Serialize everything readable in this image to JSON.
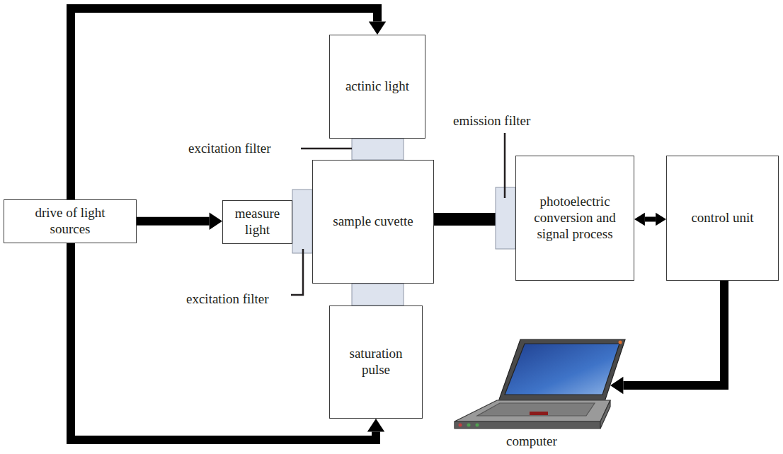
{
  "diagram": {
    "nodes": [
      {
        "text": [
          "drive of light sources"
        ]
      },
      {
        "text": [
          "actinic light"
        ]
      },
      {
        "text": [
          "measure light"
        ]
      },
      {
        "text": [
          "sample cuvette"
        ]
      },
      {
        "text": [
          "saturation pulse"
        ]
      },
      {
        "text": [
          "photoelectric conversion and signal process"
        ]
      },
      {
        "text": [
          "control unit"
        ]
      },
      {
        "text": [
          "computer"
        ]
      }
    ],
    "edges": [
      {
        "from": 0,
        "to": 1,
        "arrow": "to"
      },
      {
        "from": 0,
        "to": 2,
        "arrow": "to"
      },
      {
        "from": 0,
        "to": 4,
        "arrow": "to"
      },
      {
        "from": 3,
        "to": 5,
        "arrow": "none"
      },
      {
        "from": 5,
        "to": 6,
        "arrow": "both"
      },
      {
        "from": 6,
        "to": 7,
        "arrow": "to"
      }
    ],
    "labels": [
      "excitation filter",
      "excitation filter",
      "emission filter"
    ]
  }
}
